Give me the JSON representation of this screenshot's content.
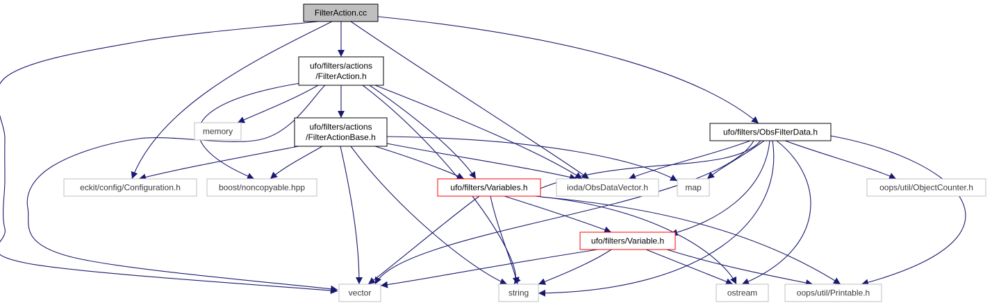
{
  "colors": {
    "edge": "#191970",
    "root_fill": "#bfbfbf",
    "border_black": "#000000",
    "border_red": "#ff0000",
    "border_grey": "#bfbfbf",
    "text": "#000000"
  },
  "nodes": [
    {
      "id": "filteraction_cc",
      "lines": [
        "FilterAction.cc"
      ],
      "style": "root"
    },
    {
      "id": "ufo_filters_actions_filteraction_h",
      "lines": [
        "ufo/filters/actions",
        "/FilterAction.h"
      ],
      "style": "black"
    },
    {
      "id": "ufo_filters_actions_filteractionbase_h",
      "lines": [
        "ufo/filters/actions",
        "/FilterActionBase.h"
      ],
      "style": "black"
    },
    {
      "id": "ufo_filters_obsfilterdata_h",
      "lines": [
        "ufo/filters/ObsFilterData.h"
      ],
      "style": "black"
    },
    {
      "id": "memory",
      "lines": [
        "memory"
      ],
      "style": "grey"
    },
    {
      "id": "eckit_config_configuration_h",
      "lines": [
        "eckit/config/Configuration.h"
      ],
      "style": "grey"
    },
    {
      "id": "boost_noncopyable_hpp",
      "lines": [
        "boost/noncopyable.hpp"
      ],
      "style": "grey"
    },
    {
      "id": "ufo_filters_variables_h",
      "lines": [
        "ufo/filters/Variables.h"
      ],
      "style": "red"
    },
    {
      "id": "ioda_obsdatavector_h",
      "lines": [
        "ioda/ObsDataVector.h"
      ],
      "style": "grey"
    },
    {
      "id": "map",
      "lines": [
        "map"
      ],
      "style": "grey"
    },
    {
      "id": "oops_util_objectcounter_h",
      "lines": [
        "oops/util/ObjectCounter.h"
      ],
      "style": "grey"
    },
    {
      "id": "ufo_filters_variable_h",
      "lines": [
        "ufo/filters/Variable.h"
      ],
      "style": "red"
    },
    {
      "id": "vector",
      "lines": [
        "vector"
      ],
      "style": "grey"
    },
    {
      "id": "string",
      "lines": [
        "string"
      ],
      "style": "grey"
    },
    {
      "id": "ostream",
      "lines": [
        "ostream"
      ],
      "style": "grey"
    },
    {
      "id": "oops_util_printable_h",
      "lines": [
        "oops/util/Printable.h"
      ],
      "style": "grey"
    }
  ],
  "edges": [
    {
      "from": "filteraction_cc",
      "to": "ufo_filters_actions_filteraction_h"
    },
    {
      "from": "filteraction_cc",
      "to": "eckit_config_configuration_h"
    },
    {
      "from": "filteraction_cc",
      "to": "vector"
    },
    {
      "from": "filteraction_cc",
      "to": "ioda_obsdatavector_h"
    },
    {
      "from": "filteraction_cc",
      "to": "ufo_filters_obsfilterdata_h"
    },
    {
      "from": "ufo_filters_actions_filteraction_h",
      "to": "memory"
    },
    {
      "from": "ufo_filters_actions_filteraction_h",
      "to": "boost_noncopyable_hpp"
    },
    {
      "from": "ufo_filters_actions_filteraction_h",
      "to": "ufo_filters_actions_filteractionbase_h"
    },
    {
      "from": "ufo_filters_actions_filteraction_h",
      "to": "vector"
    },
    {
      "from": "ufo_filters_actions_filteraction_h",
      "to": "string"
    },
    {
      "from": "ufo_filters_actions_filteraction_h",
      "to": "ufo_filters_variables_h"
    },
    {
      "from": "ufo_filters_actions_filteraction_h",
      "to": "ioda_obsdatavector_h"
    },
    {
      "from": "ufo_filters_actions_filteractionbase_h",
      "to": "eckit_config_configuration_h"
    },
    {
      "from": "ufo_filters_actions_filteractionbase_h",
      "to": "boost_noncopyable_hpp"
    },
    {
      "from": "ufo_filters_actions_filteractionbase_h",
      "to": "vector"
    },
    {
      "from": "ufo_filters_actions_filteractionbase_h",
      "to": "string"
    },
    {
      "from": "ufo_filters_actions_filteractionbase_h",
      "to": "ufo_filters_variables_h"
    },
    {
      "from": "ufo_filters_actions_filteractionbase_h",
      "to": "ioda_obsdatavector_h"
    },
    {
      "from": "ufo_filters_actions_filteractionbase_h",
      "to": "map"
    },
    {
      "from": "ufo_filters_obsfilterdata_h",
      "to": "ioda_obsdatavector_h"
    },
    {
      "from": "ufo_filters_obsfilterdata_h",
      "to": "map"
    },
    {
      "from": "ufo_filters_obsfilterdata_h",
      "to": "oops_util_objectcounter_h"
    },
    {
      "from": "ufo_filters_obsfilterdata_h",
      "to": "oops_util_printable_h"
    },
    {
      "from": "ufo_filters_obsfilterdata_h",
      "to": "ufo_filters_variable_h"
    },
    {
      "from": "ufo_filters_obsfilterdata_h",
      "to": "ufo_filters_variables_h"
    },
    {
      "from": "ufo_filters_obsfilterdata_h",
      "to": "vector"
    },
    {
      "from": "ufo_filters_obsfilterdata_h",
      "to": "string"
    },
    {
      "from": "ufo_filters_obsfilterdata_h",
      "to": "ostream"
    },
    {
      "from": "ufo_filters_variables_h",
      "to": "vector"
    },
    {
      "from": "ufo_filters_variables_h",
      "to": "string"
    },
    {
      "from": "ufo_filters_variables_h",
      "to": "ufo_filters_variable_h"
    },
    {
      "from": "ufo_filters_variables_h",
      "to": "ostream"
    },
    {
      "from": "ufo_filters_variables_h",
      "to": "oops_util_printable_h"
    },
    {
      "from": "ufo_filters_variable_h",
      "to": "vector"
    },
    {
      "from": "ufo_filters_variable_h",
      "to": "string"
    },
    {
      "from": "ufo_filters_variable_h",
      "to": "ostream"
    },
    {
      "from": "ufo_filters_variable_h",
      "to": "oops_util_printable_h"
    }
  ]
}
